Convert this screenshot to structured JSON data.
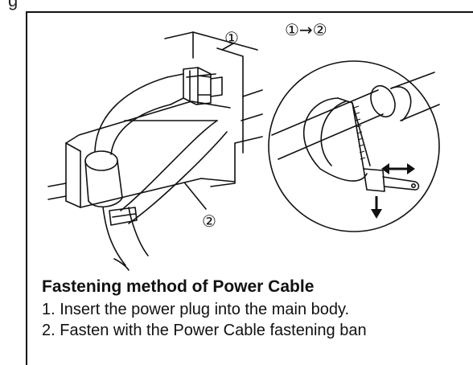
{
  "header": {
    "clipped_text": "g"
  },
  "callouts": {
    "plug": "①",
    "band": "②",
    "sequence": "①→②"
  },
  "instructions": {
    "title": "Fastening method of Power Cable",
    "steps": [
      "1. Insert the power plug into the main body.",
      "2. Fasten with the Power Cable fastening ban"
    ]
  }
}
